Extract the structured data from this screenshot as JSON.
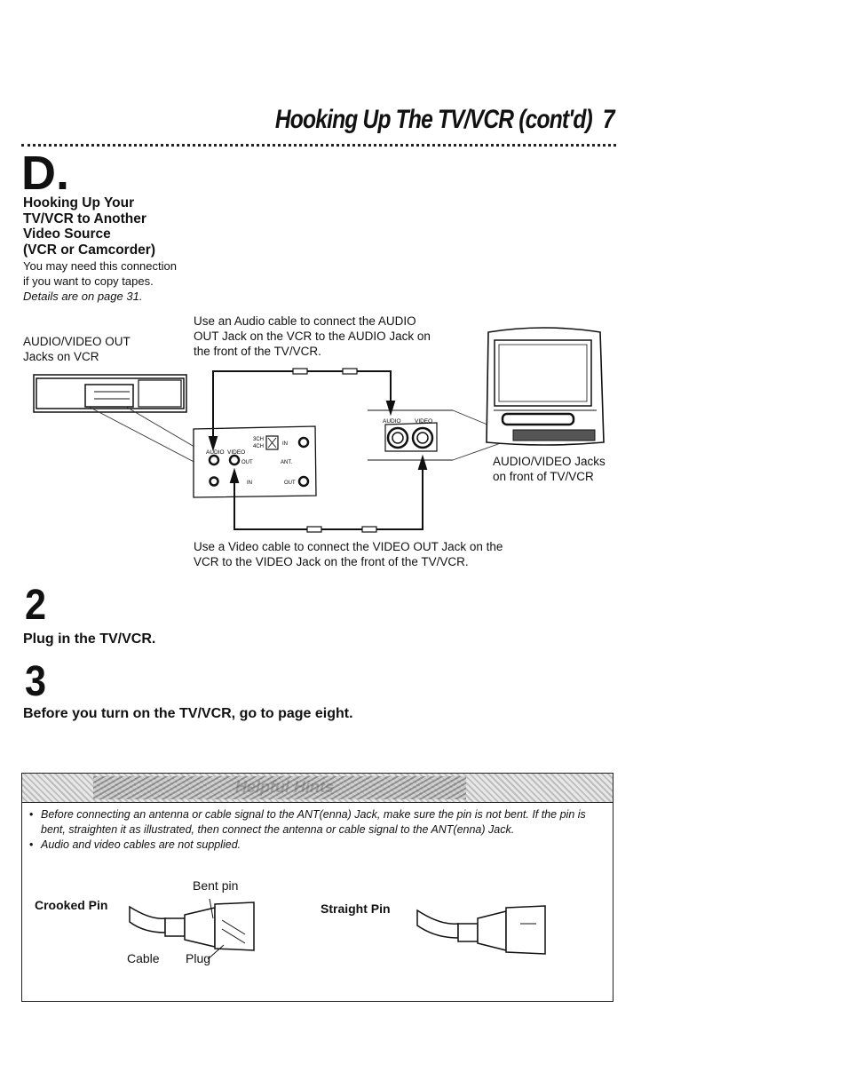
{
  "header": {
    "title": "Hooking Up The TV/VCR (cont'd)",
    "page_number": "7"
  },
  "section": {
    "letter": "D.",
    "heading": [
      "Hooking Up Your",
      "TV/VCR to Another",
      "Video Source",
      "(VCR or Camcorder)"
    ],
    "body": [
      "You may need this connection",
      "if you want to copy tapes."
    ],
    "details": "Details are on page 31."
  },
  "diagram": {
    "av_out_label": [
      "AUDIO/VIDEO OUT",
      "Jacks on VCR"
    ],
    "audio_instruction": [
      "Use an Audio cable to connect the AUDIO",
      "OUT Jack on the VCR to the AUDIO Jack on",
      "the front of the TV/VCR."
    ],
    "video_instruction": [
      "Use a Video cable to connect the VIDEO OUT Jack on the",
      "VCR to the VIDEO Jack on the front of the TV/VCR."
    ],
    "front_jacks_label": [
      "AUDIO/VIDEO Jacks",
      "on front of TV/VCR"
    ],
    "panel": {
      "audio": "AUDIO",
      "video": "VIDEO",
      "ch3": "3CH",
      "ch4": "4CH",
      "in": "IN",
      "out": "OUT",
      "ant": "ANT.",
      "in2": "IN",
      "out2": "OUT"
    },
    "front_panel": {
      "audio": "AUDIO",
      "video": "VIDEO"
    }
  },
  "steps": [
    {
      "number": "2",
      "text": "Plug in the TV/VCR."
    },
    {
      "number": "3",
      "text": "Before you turn on the TV/VCR, go to page eight."
    }
  ],
  "hints": {
    "banner": "Helpful Hints",
    "bullets": [
      [
        "Before connecting an antenna or cable signal to the ANT(enna) Jack, make sure the pin is not bent. If the pin is",
        "bent, straighten it as illustrated, then connect the antenna or cable signal to the ANT(enna) Jack."
      ],
      [
        "Audio and video cables are not supplied."
      ]
    ],
    "crooked_pin": "Crooked Pin",
    "straight_pin": "Straight Pin",
    "bent_pin": "Bent pin",
    "cable": "Cable",
    "plug": "Plug"
  }
}
